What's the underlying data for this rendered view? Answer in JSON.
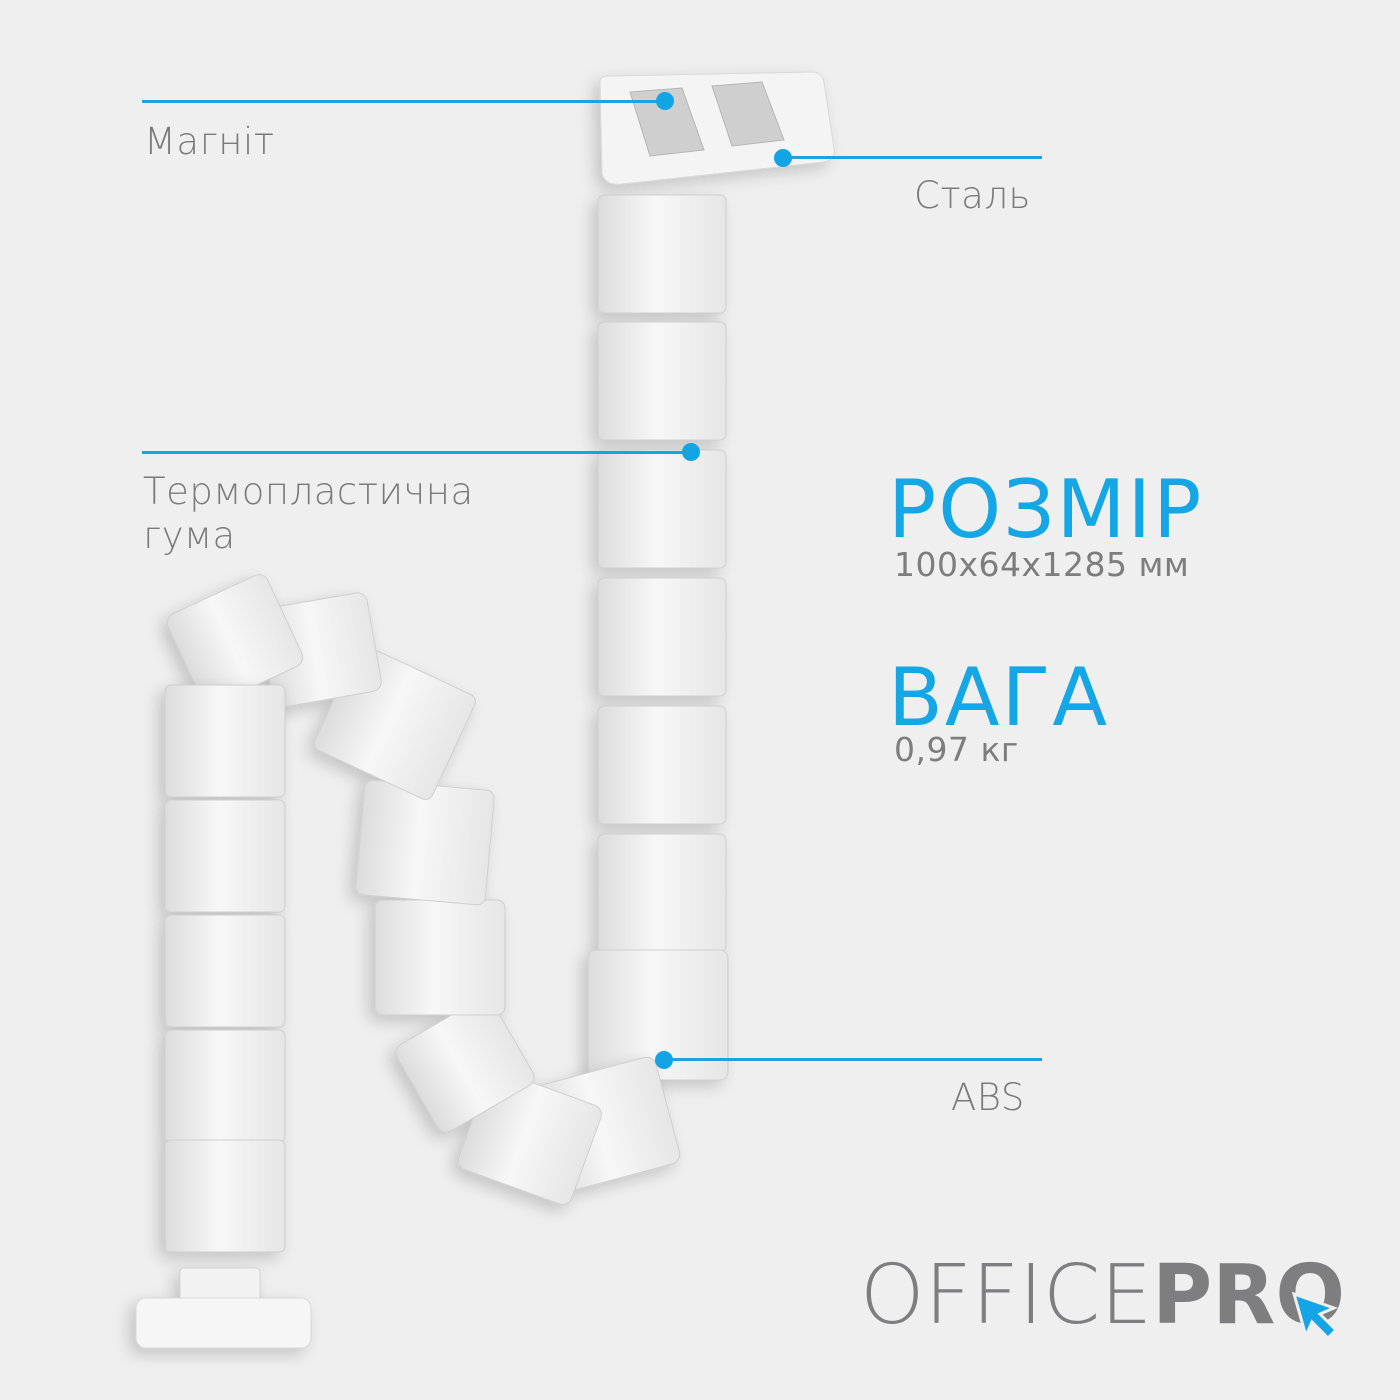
{
  "callouts": {
    "magnet": {
      "label": "Магніт"
    },
    "steel": {
      "label": "Сталь"
    },
    "rubber": {
      "label_line1": "Термопластична",
      "label_line2": "гума"
    },
    "abs": {
      "label": "ABS"
    }
  },
  "specs": {
    "size": {
      "title": "РОЗМІР",
      "value": "100x64x1285 мм"
    },
    "weight": {
      "title": "ВАГА",
      "value": "0,97 кг"
    }
  },
  "brand": {
    "light": "OFFICE",
    "bold": "PRO",
    "icon": "cursor-arrow-icon"
  },
  "colors": {
    "accent": "#13a4e6",
    "text": "#7a7a7a",
    "background": "#efefef",
    "logo": "#7e7e80"
  }
}
